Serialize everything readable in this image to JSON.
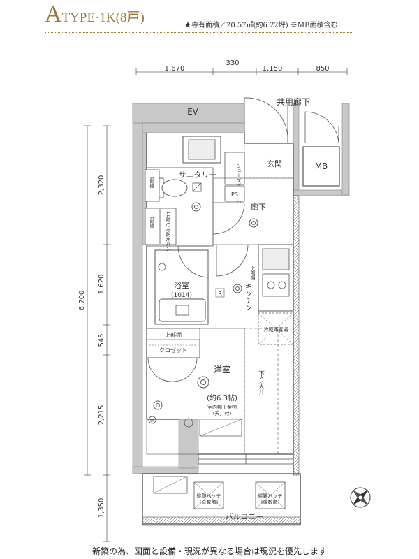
{
  "header": {
    "type_letter": "A",
    "type_rest": "TYPE·1K(8戸)",
    "area_note": "★専有面積／20.57㎡(約6.22坪) ※MB面積含む"
  },
  "dimensions": {
    "top": [
      "1,670",
      "330",
      "1,150",
      "850"
    ],
    "left_total": "6,700",
    "left": [
      "2,320",
      "1,620",
      "545",
      "2,215",
      "1,350"
    ]
  },
  "rooms": {
    "ev": "EV",
    "corridor": "共用廊下",
    "entrance": "玄関",
    "mb": "MB",
    "shoe_box": "シューズボックス",
    "sanitary": "サニタリー",
    "ps": "PS",
    "hallway": "廊下",
    "upper_cabinet_1": "上部棚",
    "upper_cabinet_2": "上部棚",
    "waterproof_pan": "11階のみ防水パン",
    "bath": "浴室",
    "bath_size": "(1014)",
    "kitchen_upper": "上部棚",
    "kitchen": "キッチン",
    "r_mark": "R",
    "refrigerator": "冷蔵庫置場",
    "closet_upper": "上部棚",
    "closet": "クロゼット",
    "western_room": "洋室",
    "room_size": "(約6.3帖)",
    "drying_rack": "室内物干金物",
    "drying_rack_sub": "(天井付)",
    "lowered_ceiling": "下り天井",
    "balcony": "バルコニー",
    "hatch_1": "避難ハッチ",
    "hatch_1_sub": "(奇数階)",
    "hatch_2": "避難ハッチ",
    "hatch_2_sub": "(偶数階)",
    "m_mark": "M"
  },
  "footer": {
    "note": "新築の為、図面と設備・現況が異なる場合は現況を優先します"
  },
  "colors": {
    "title_gold": "#9a7b3c",
    "wall_gray": "#c8c8c8",
    "line": "#555555"
  }
}
